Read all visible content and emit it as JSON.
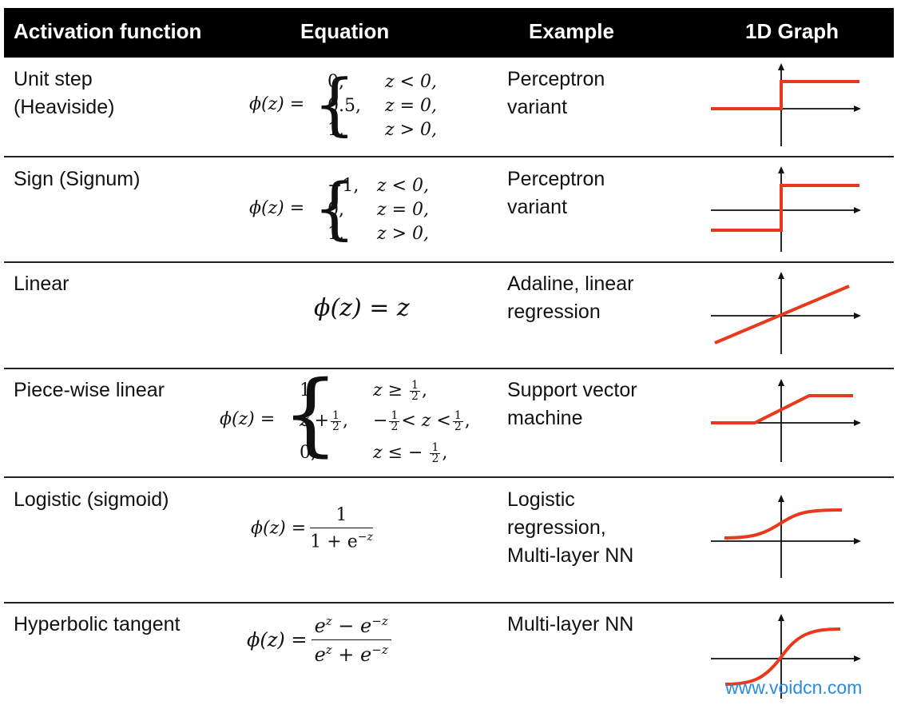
{
  "header": {
    "activation_function": "Activation function",
    "equation": "Equation",
    "example": "Example",
    "graph": "1D Graph"
  },
  "rows": [
    {
      "name_lines": [
        "Unit step",
        "(Heaviside)"
      ],
      "equation": {
        "lhs": "ϕ(z) =",
        "cases": [
          [
            "0,",
            "z < 0,"
          ],
          [
            "0.5,",
            "z = 0,"
          ],
          [
            "1,",
            "z > 0,"
          ]
        ]
      },
      "example_lines": [
        "Perceptron",
        "variant"
      ]
    },
    {
      "name_lines": [
        "Sign (Signum)"
      ],
      "equation": {
        "lhs": "ϕ(z) =",
        "cases": [
          [
            "−1,",
            "z < 0,"
          ],
          [
            "0,",
            "z = 0,"
          ],
          [
            "1,",
            "z > 0,"
          ]
        ]
      },
      "example_lines": [
        "Perceptron",
        "variant"
      ]
    },
    {
      "name_lines": [
        "Linear"
      ],
      "equation": {
        "text": "ϕ(z) = z"
      },
      "example_lines": [
        "Adaline, linear",
        "regression"
      ]
    },
    {
      "name_lines": [
        "Piece-wise linear"
      ],
      "equation": {
        "lhs": "ϕ(z) =",
        "cases": [
          [
            "1,",
            "z ≥",
            "1",
            "2",
            ","
          ],
          [
            "z +",
            "1",
            "2",
            ",",
            "−",
            "1",
            "2",
            "< z <",
            "1",
            "2",
            ","
          ],
          [
            "0,",
            "z ≤ −",
            "1",
            "2",
            ","
          ]
        ]
      },
      "example_lines": [
        "Support vector",
        "machine"
      ]
    },
    {
      "name_lines": [
        "Logistic (sigmoid)"
      ],
      "equation": {
        "lhs": "ϕ(z) =",
        "numerator": "1",
        "denominator": "1 + e",
        "denominator_exp": "−z"
      },
      "example_lines": [
        "Logistic",
        "regression,",
        "Multi-layer NN"
      ]
    },
    {
      "name_lines": [
        "Hyperbolic tangent"
      ],
      "equation": {
        "lhs": "ϕ(z) =",
        "numerator": "e",
        "numerator_exp1": "z",
        "numerator_mid": " − e",
        "numerator_exp2": "−z",
        "denominator": "e",
        "denominator_exp1": "z",
        "denominator_mid": " + e",
        "denominator_exp2": "−z"
      },
      "example_lines": [
        "Multi-layer NN"
      ]
    }
  ],
  "graph_color": "#e8391c",
  "watermark": "www.voidcn.com"
}
